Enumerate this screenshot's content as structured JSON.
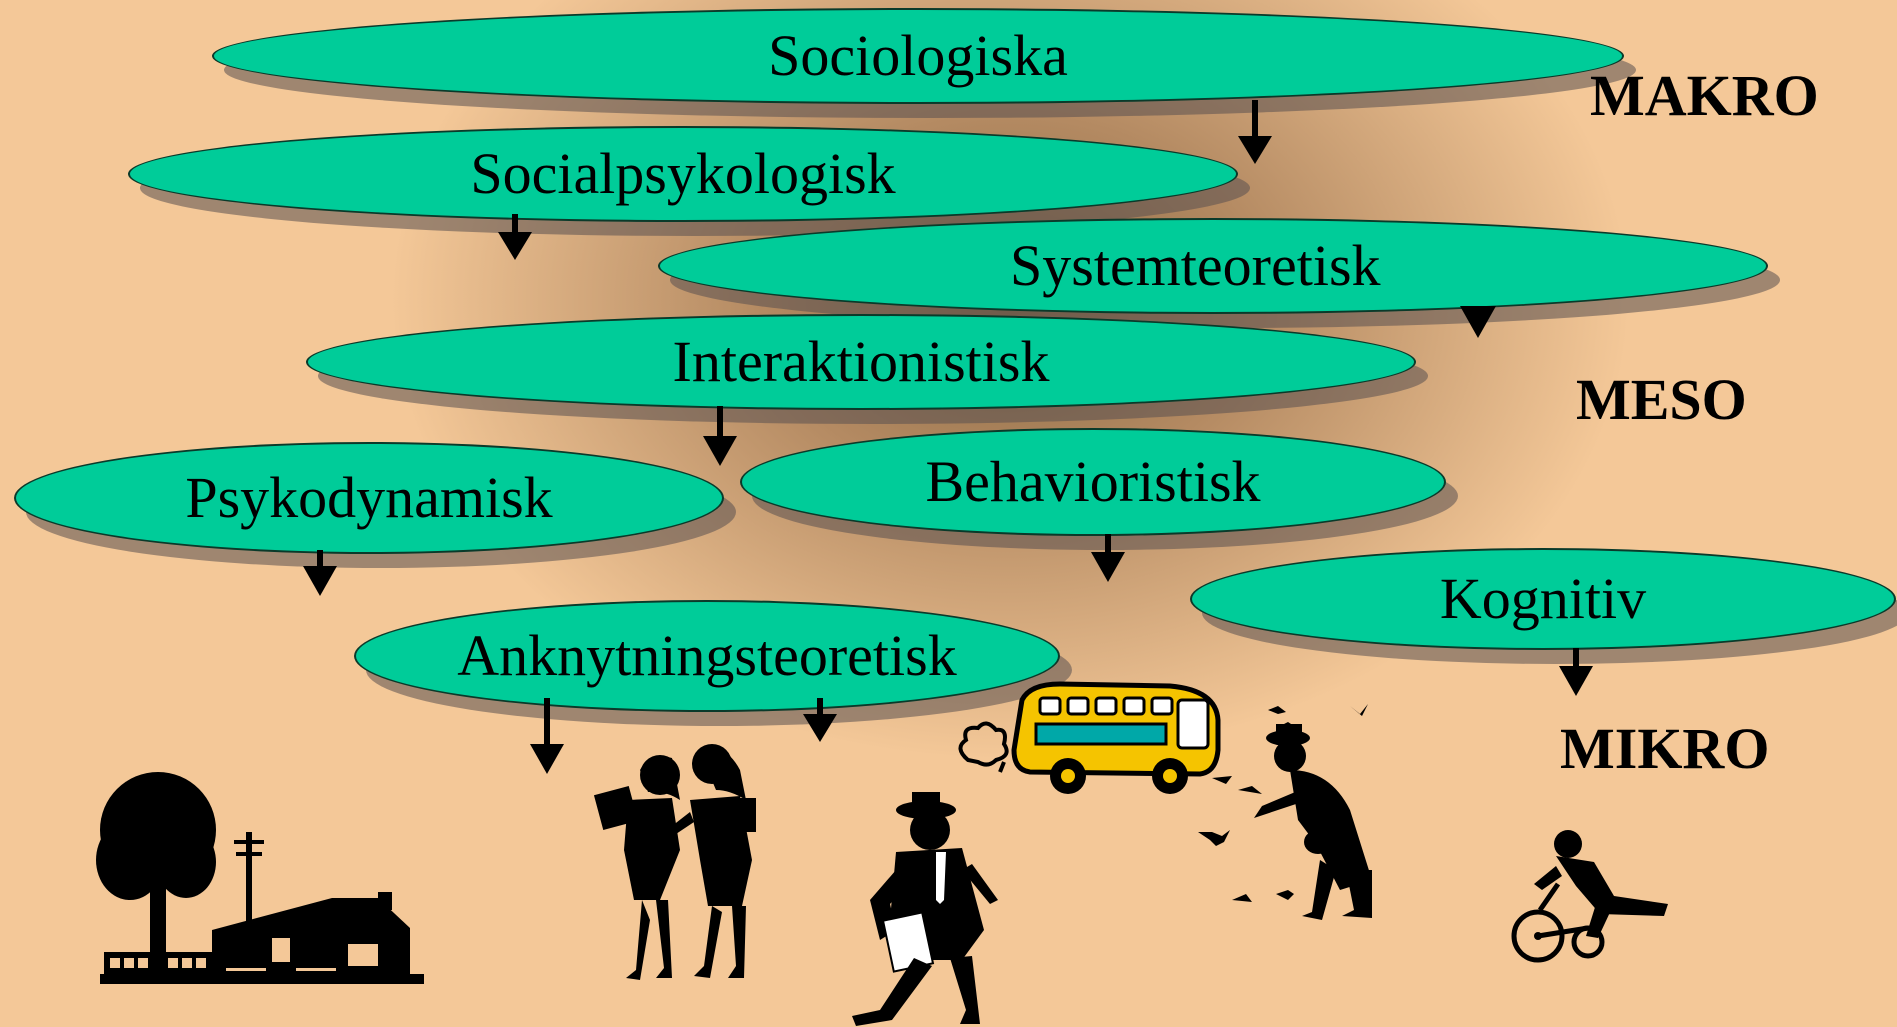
{
  "theories": [
    {
      "label": "Sociologiska"
    },
    {
      "label": "Socialpsykologisk"
    },
    {
      "label": "Systemteoretisk"
    },
    {
      "label": "Interaktionistisk"
    },
    {
      "label": "Psykodynamisk"
    },
    {
      "label": "Behavioristisk"
    },
    {
      "label": "Kognitiv"
    },
    {
      "label": "Anknytningsteoretisk"
    }
  ],
  "levels": {
    "makro": "MAKRO",
    "meso": "MESO",
    "mikro": "MIKRO"
  },
  "colors": {
    "ellipse_fill": "#00cc99",
    "background": "#f4c898",
    "center_shade": "#8a6a44",
    "bus": "#f5c400"
  },
  "illustrations": [
    "house-with-tree-icon",
    "two-girls-talking-icon",
    "walking-man-icon",
    "bus-icon",
    "man-feeding-birds-icon",
    "child-on-tricycle-icon"
  ]
}
